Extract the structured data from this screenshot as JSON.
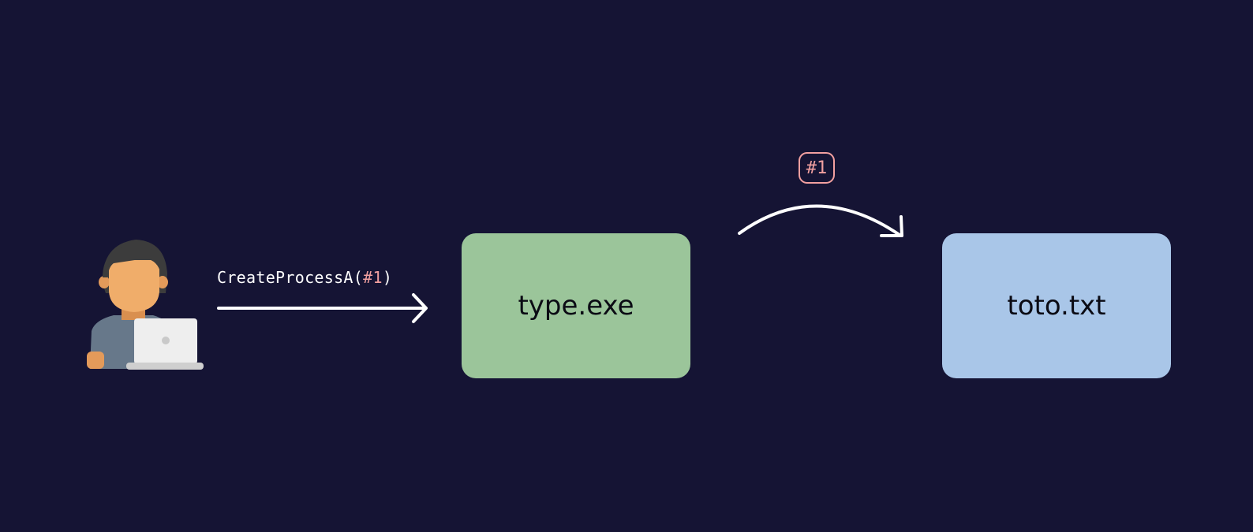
{
  "user": {
    "icon": "user-with-laptop-icon"
  },
  "call": {
    "function_name": "CreateProcessA(",
    "argument": "#1",
    "close_paren": ")"
  },
  "process": {
    "label": "type.exe",
    "color": "#9bc59a"
  },
  "file": {
    "label": "toto.txt",
    "color": "#a9c6e8"
  },
  "badge": {
    "label": "#1",
    "color": "#f2a0a0"
  },
  "background": "#151434"
}
